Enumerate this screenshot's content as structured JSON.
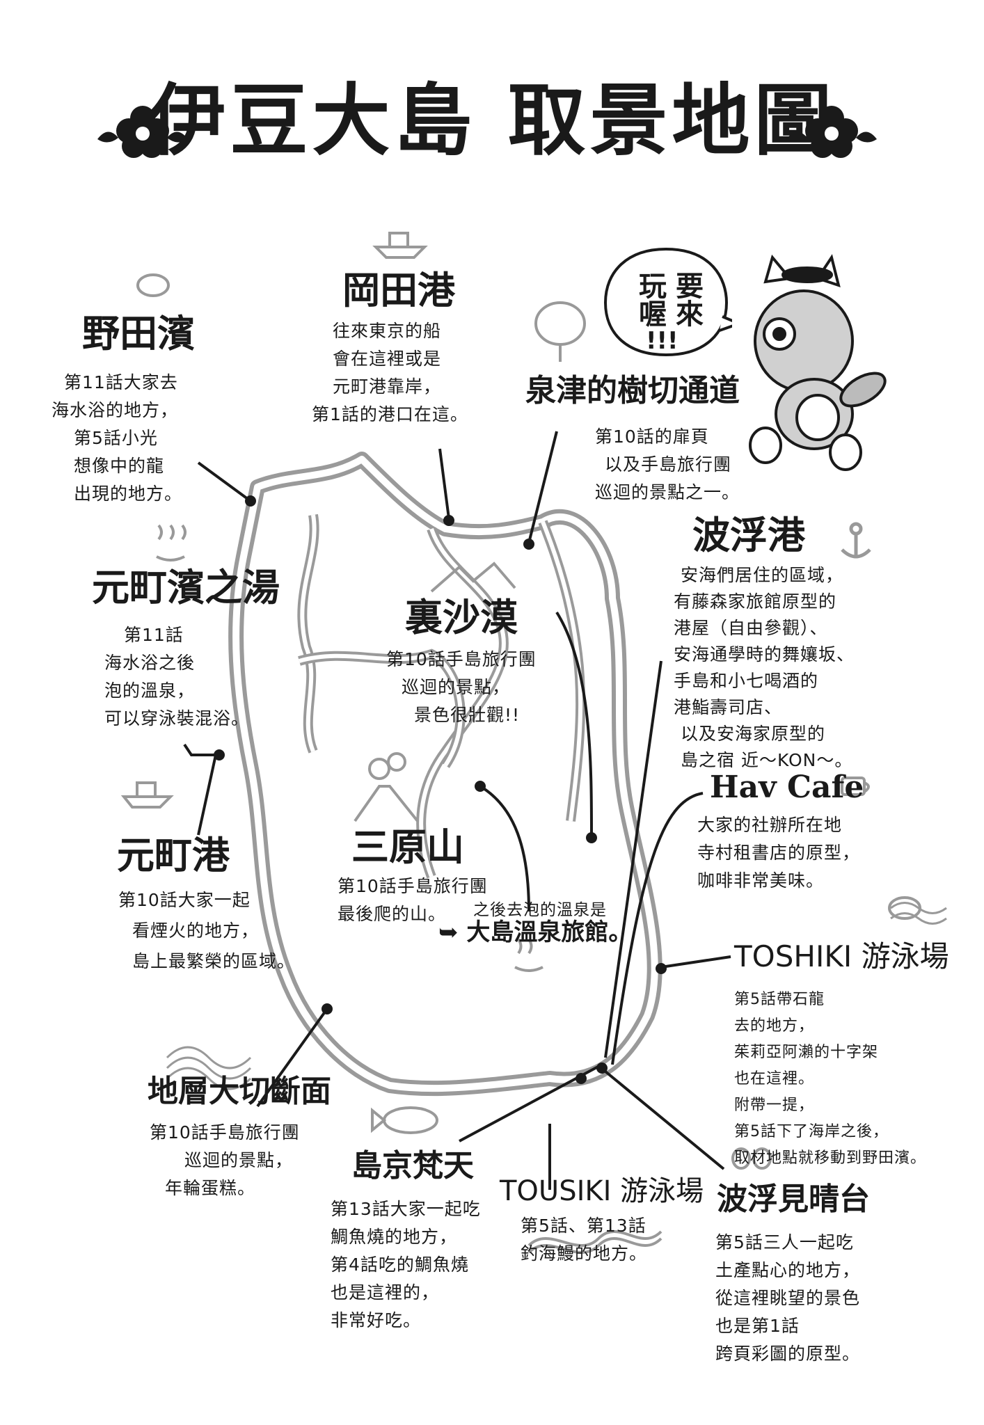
{
  "title": "伊豆大島 取景地圖",
  "speech_bubble": {
    "col1": "要來",
    "col2": "玩喔",
    "excl": "!!!"
  },
  "locations": {
    "nodahama": {
      "name": "野田濱",
      "desc": [
        "第11話大家去",
        "海水浴的地方，",
        "第5話小光",
        "想像中的龍",
        "出現的地方。"
      ]
    },
    "okatako": {
      "name": "岡田港",
      "desc": [
        "往來東京的船",
        "會在這裡或是",
        "元町港靠岸，",
        "第1話的港口在這。"
      ]
    },
    "izumizu": {
      "name": "泉津的樹切通道",
      "desc": [
        "第10話的扉頁",
        "以及手島旅行團",
        "巡迴的景點之一。"
      ]
    },
    "habuport": {
      "name": "波浮港",
      "desc": [
        "安海們居住的區域，",
        "有藤森家旅館原型的",
        "港屋（自由參觀）、",
        "安海通學時的舞孃坂、",
        "手島和小七喝酒的",
        "港鮨壽司店、",
        "以及安海家原型的",
        "島之宿 近〜KON〜。"
      ]
    },
    "motomachi_onsen": {
      "name": "元町濱之湯",
      "desc": [
        "第11話",
        "海水浴之後",
        "泡的溫泉，",
        "可以穿泳裝混浴。"
      ]
    },
    "urasabaku": {
      "name": "裏沙漠",
      "desc": [
        "第10話手島旅行團",
        "巡迴的景點，",
        "景色很壯觀!!"
      ]
    },
    "havcafe": {
      "name": "Hav Cafe",
      "desc": [
        "大家的社辦所在地",
        "寺村租書店的原型，",
        "咖啡非常美味。"
      ]
    },
    "motomachi_port": {
      "name": "元町港",
      "desc": [
        "第10話大家一起",
        "看煙火的地方，",
        "島上最繁榮的區域。"
      ]
    },
    "miharayama": {
      "name": "三原山",
      "desc": [
        "第10話手島旅行團",
        "最後爬的山。"
      ]
    },
    "oshima_onsen": {
      "note": "之後去泡的溫泉是",
      "name": "大島溫泉旅館。"
    },
    "toshiki": {
      "name": "TOSHIKI 游泳場",
      "desc": [
        "第5話帶石龍",
        "去的地方，",
        "茱莉亞阿瀨的十字架",
        "也在這裡。",
        "附帶一提，",
        "第5話下了海岸之後，",
        "取材地點就移動到野田濱。"
      ]
    },
    "chisou": {
      "name": "地層大切斷面",
      "desc": [
        "第10話手島旅行團",
        "巡迴的景點，",
        "年輪蛋糕。"
      ]
    },
    "shimakyo": {
      "name": "島京梵天",
      "desc": [
        "第13話大家一起吃",
        "鯛魚燒的地方，",
        "第4話吃的鯛魚燒",
        "也是這裡的，",
        "非常好吃。"
      ]
    },
    "tousiki": {
      "name": "TOUSIKI 游泳場",
      "desc": [
        "第5話、第13話",
        "釣海鰻的地方。"
      ]
    },
    "habumiharashi": {
      "name": "波浮見晴台",
      "desc": [
        "第5話三人一起吃",
        "土產點心的地方，",
        "從這裡眺望的景色",
        "也是第1話",
        "跨頁彩圖的原型。"
      ]
    }
  },
  "icons": [
    "camellia-icon",
    "ship-icon",
    "tree-icon",
    "anchor-icon",
    "onsen-icon",
    "volcano-icon",
    "mountain-icon",
    "coffee-cup-icon",
    "fish-icon",
    "eel-icon",
    "wave-icon",
    "tanuki-mascot"
  ]
}
